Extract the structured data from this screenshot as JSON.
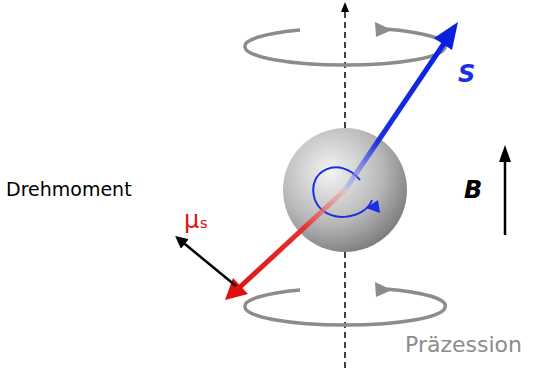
{
  "diagram": {
    "labels": [
      "S",
      "μₛ",
      "Drehmoment",
      "B",
      "Präzession"
    ]
  }
}
